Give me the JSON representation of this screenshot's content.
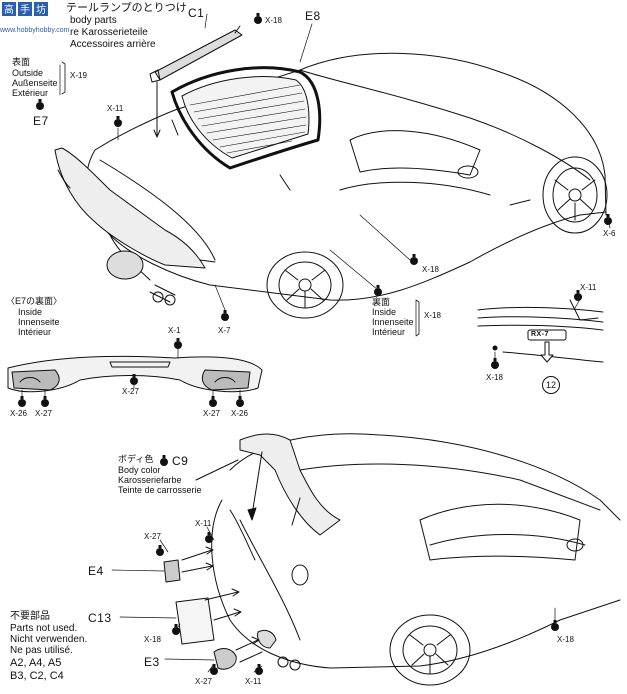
{
  "header": {
    "line1": "テールランプのとりつけ",
    "line2": "body parts",
    "line3": "re Karosserieteile",
    "line4": "Accessoires arrière"
  },
  "watermark": {
    "text": "www.hobbyhobby.com"
  },
  "parts": {
    "c1": "C1",
    "e8": "E8",
    "e7": "E7",
    "c9": "C9",
    "e4": "E4",
    "c13": "C13",
    "e3": "E3",
    "step12": "12"
  },
  "outside_block": {
    "ja": "表面",
    "en": "Outside",
    "de": "Außenseite",
    "fr": "Extérieur",
    "code": "X-19"
  },
  "inside_block": {
    "ja": "裏面",
    "en": "Inside",
    "de": "Innenseite",
    "fr": "Intérieur",
    "code": "X-18"
  },
  "e7_back": {
    "title": "〈E7の裏面〉",
    "en": "Inside",
    "de": "Innenseite",
    "fr": "Intérieur"
  },
  "body_color": {
    "ja": "ボディ色",
    "en": "Body color",
    "de": "Karosseriefarbe",
    "fr": "Teinte de carrosserie"
  },
  "not_used": {
    "ja": "不要部品",
    "en": "Parts not used.",
    "de": "Nicht verwenden.",
    "fr": "Ne pas utilisé.",
    "list1": "A2, A4, A5",
    "list2": "B3, C2, C4"
  },
  "paint_codes": {
    "x18_c1": "X-18",
    "x11_top": "X-11",
    "x6": "X-6",
    "x18_body": "X-18",
    "x7": "X-7",
    "x1": "X-1",
    "x27_mid": "X-27",
    "x26_l": "X-26",
    "x27_l": "X-27",
    "x27_r": "X-27",
    "x26_r": "X-26",
    "x11_logo": "X-11",
    "x18_logo": "X-18",
    "x11_lower": "X-11",
    "x27_lower": "X-27",
    "x18_c13": "X-18",
    "x18_right": "X-18",
    "x27_bottom": "X-27",
    "x11_bottom": "X-11"
  },
  "badge_text": "RX-7"
}
